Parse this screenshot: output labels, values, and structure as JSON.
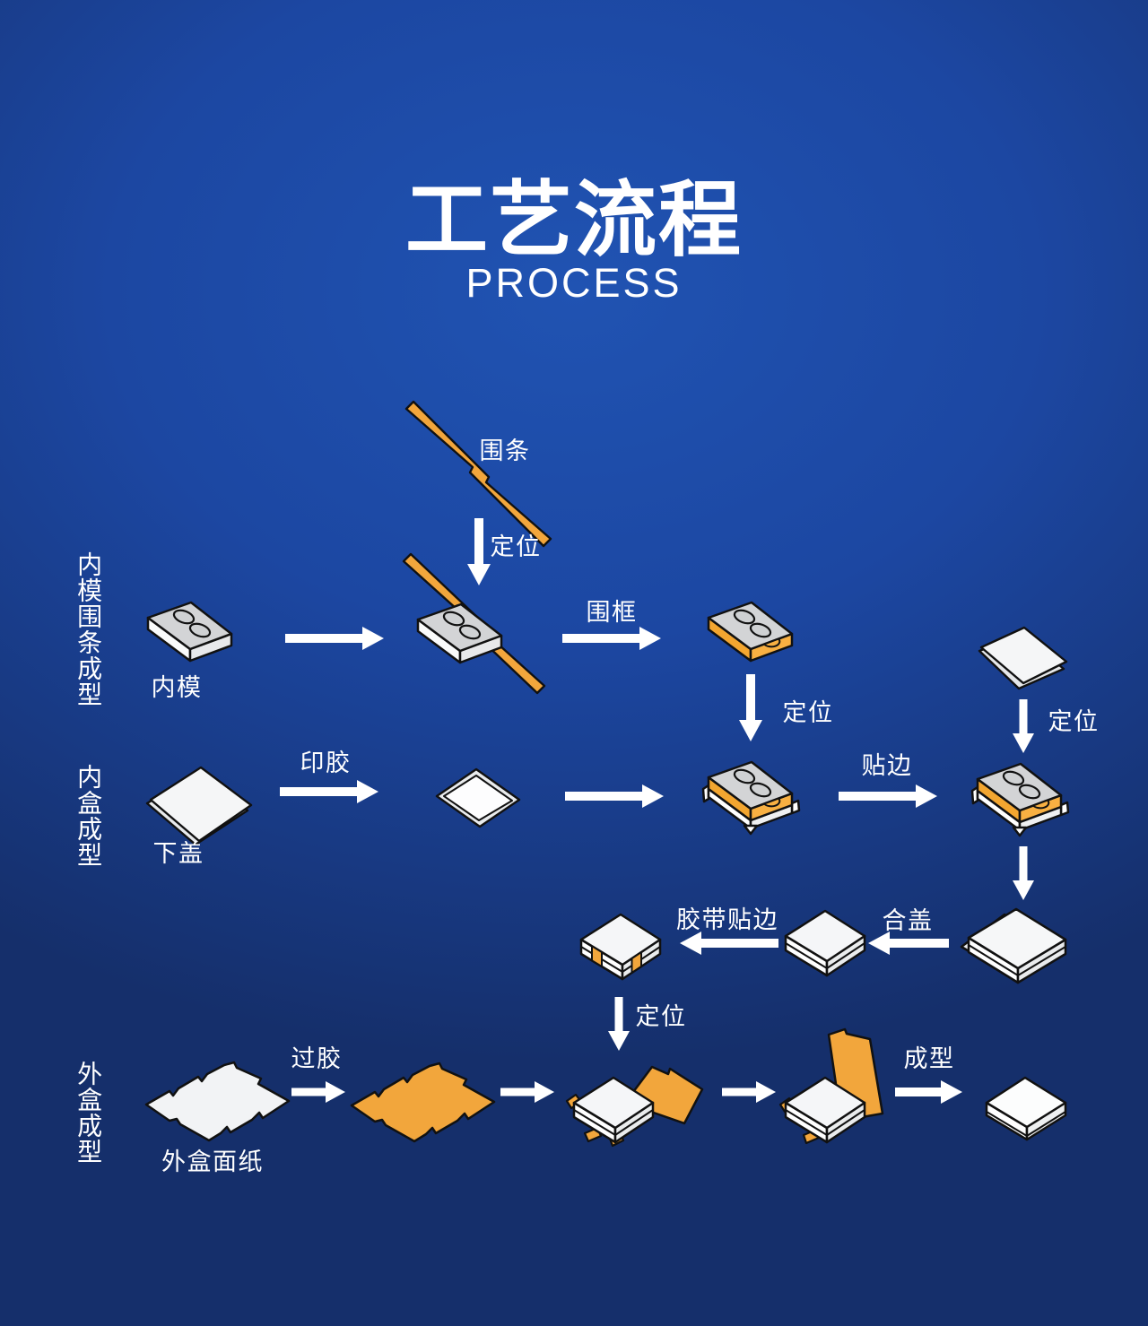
{
  "title": {
    "main": "工艺流程",
    "sub": "PROCESS"
  },
  "sections": [
    {
      "label": "内模围条成型"
    },
    {
      "label": "内盒成型"
    },
    {
      "label": "外盒成型"
    }
  ],
  "labels": {
    "strip": "围条",
    "position1": "定位",
    "inner_mold": "内模",
    "frame": "围框",
    "position2": "定位",
    "position3": "定位",
    "print_glue": "印胶",
    "bottom_cover": "下盖",
    "edge_paste": "贴边",
    "close_cover": "合盖",
    "tape_edge": "胶带贴边",
    "position4": "定位",
    "pass_glue": "过胶",
    "outer_box_paper": "外盒面纸",
    "forming": "成型"
  },
  "colors": {
    "background_center": "#2053b2",
    "background_edge": "#152f6b",
    "accent_orange": "#f2a63c",
    "plate_gray": "#d3d4d6",
    "shape_white": "#f5f6f7",
    "outline_black": "#111111",
    "text_white": "#ffffff"
  }
}
